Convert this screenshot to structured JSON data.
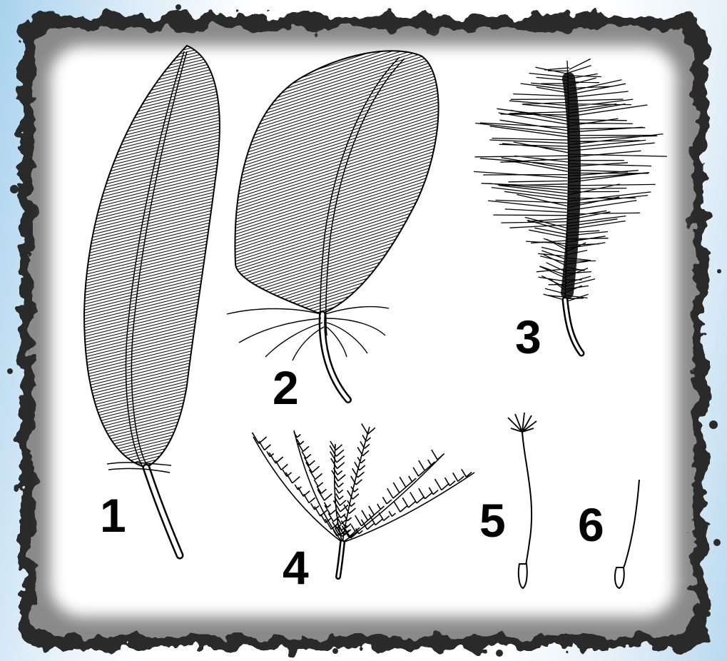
{
  "labels": {
    "feather_1": "1",
    "feather_2": "2",
    "feather_3": "3",
    "feather_4": "4",
    "feather_5": "5",
    "feather_6": "6"
  },
  "colors": {
    "background_left": "#a9d2ee",
    "paper": "#ffffff",
    "ink": "#000000",
    "torn_edge": "#3a3a3a"
  }
}
